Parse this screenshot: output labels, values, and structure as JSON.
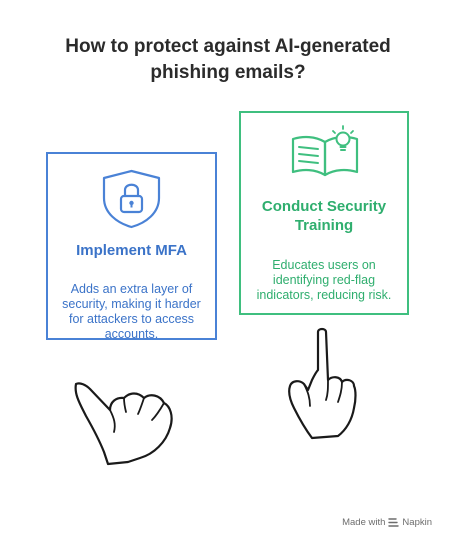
{
  "title": "How to protect against AI-generated phishing emails?",
  "options": [
    {
      "heading": "Implement MFA",
      "body": "Adds an extra layer of security, making it harder for attackers to access accounts.",
      "icon": "padlock-shield-icon",
      "color": "#4a82d6"
    },
    {
      "heading": "Conduct Security Training",
      "body": "Educates users on identifying red-flag indicators, reducing risk.",
      "icon": "book-lightbulb-icon",
      "color": "#3fbf7f"
    }
  ],
  "footer": {
    "made_with": "Made with",
    "brand": "Napkin"
  }
}
